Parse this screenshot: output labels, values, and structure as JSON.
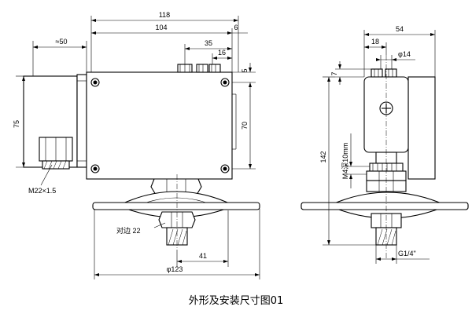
{
  "caption": "外形及安装尺寸图01",
  "dims": {
    "d118": "118",
    "d104": "104",
    "d6": "6",
    "d35": "35",
    "d16": "16",
    "d5": "5",
    "d70": "70",
    "d75": "75",
    "d50": "≈50",
    "m22": "M22×1.5",
    "flat22": "对边 22",
    "d41": "41",
    "d123": "φ123",
    "d54": "54",
    "d18": "18",
    "d14": "φ14",
    "d7": "7",
    "d142": "142",
    "m4": "M4深10mm",
    "g14": "G1/4\""
  }
}
